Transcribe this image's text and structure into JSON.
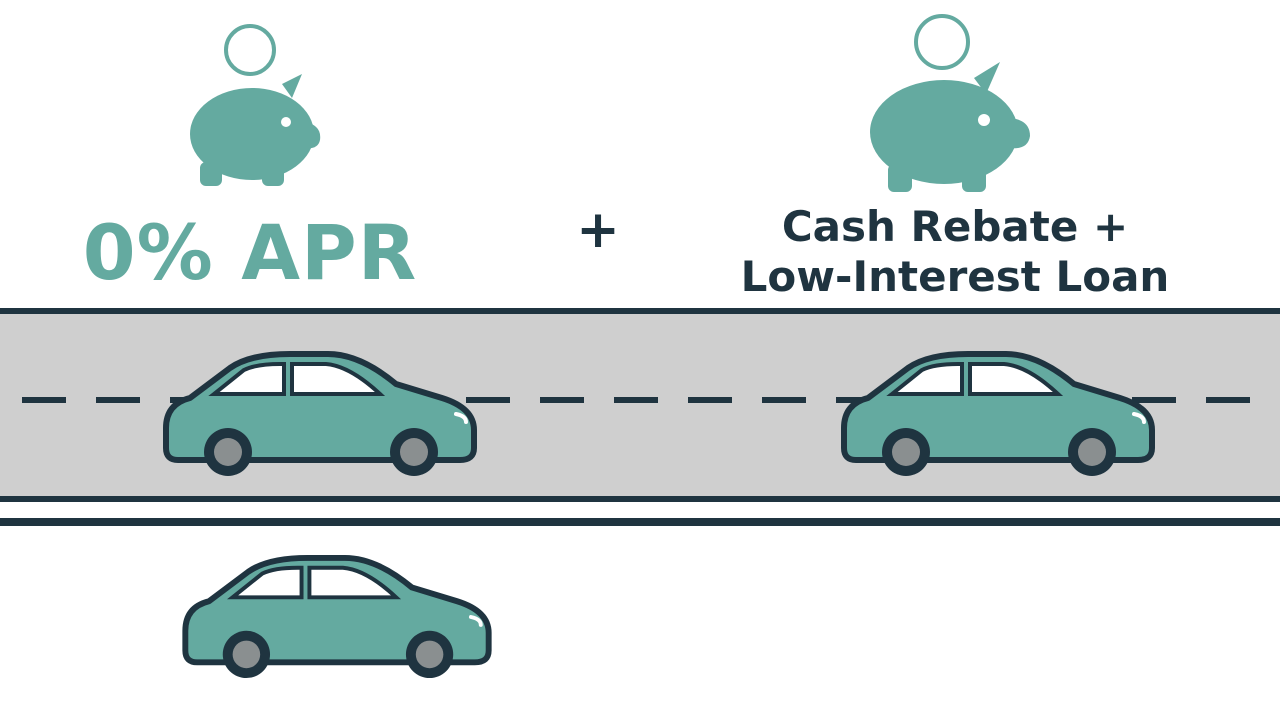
{
  "offers": {
    "left_label": "0% APR",
    "separator": "+",
    "right_label_line1": "Cash Rebate +",
    "right_label_line2": "Low-Interest Loan"
  },
  "icons": [
    "piggy-bank-icon",
    "coin-icon",
    "car-icon"
  ],
  "colors": {
    "teal": "#64aaa0",
    "dark": "#1f3440",
    "road": "#cfcfcf",
    "wheel": "#8a8f90",
    "window": "#ffffff"
  }
}
